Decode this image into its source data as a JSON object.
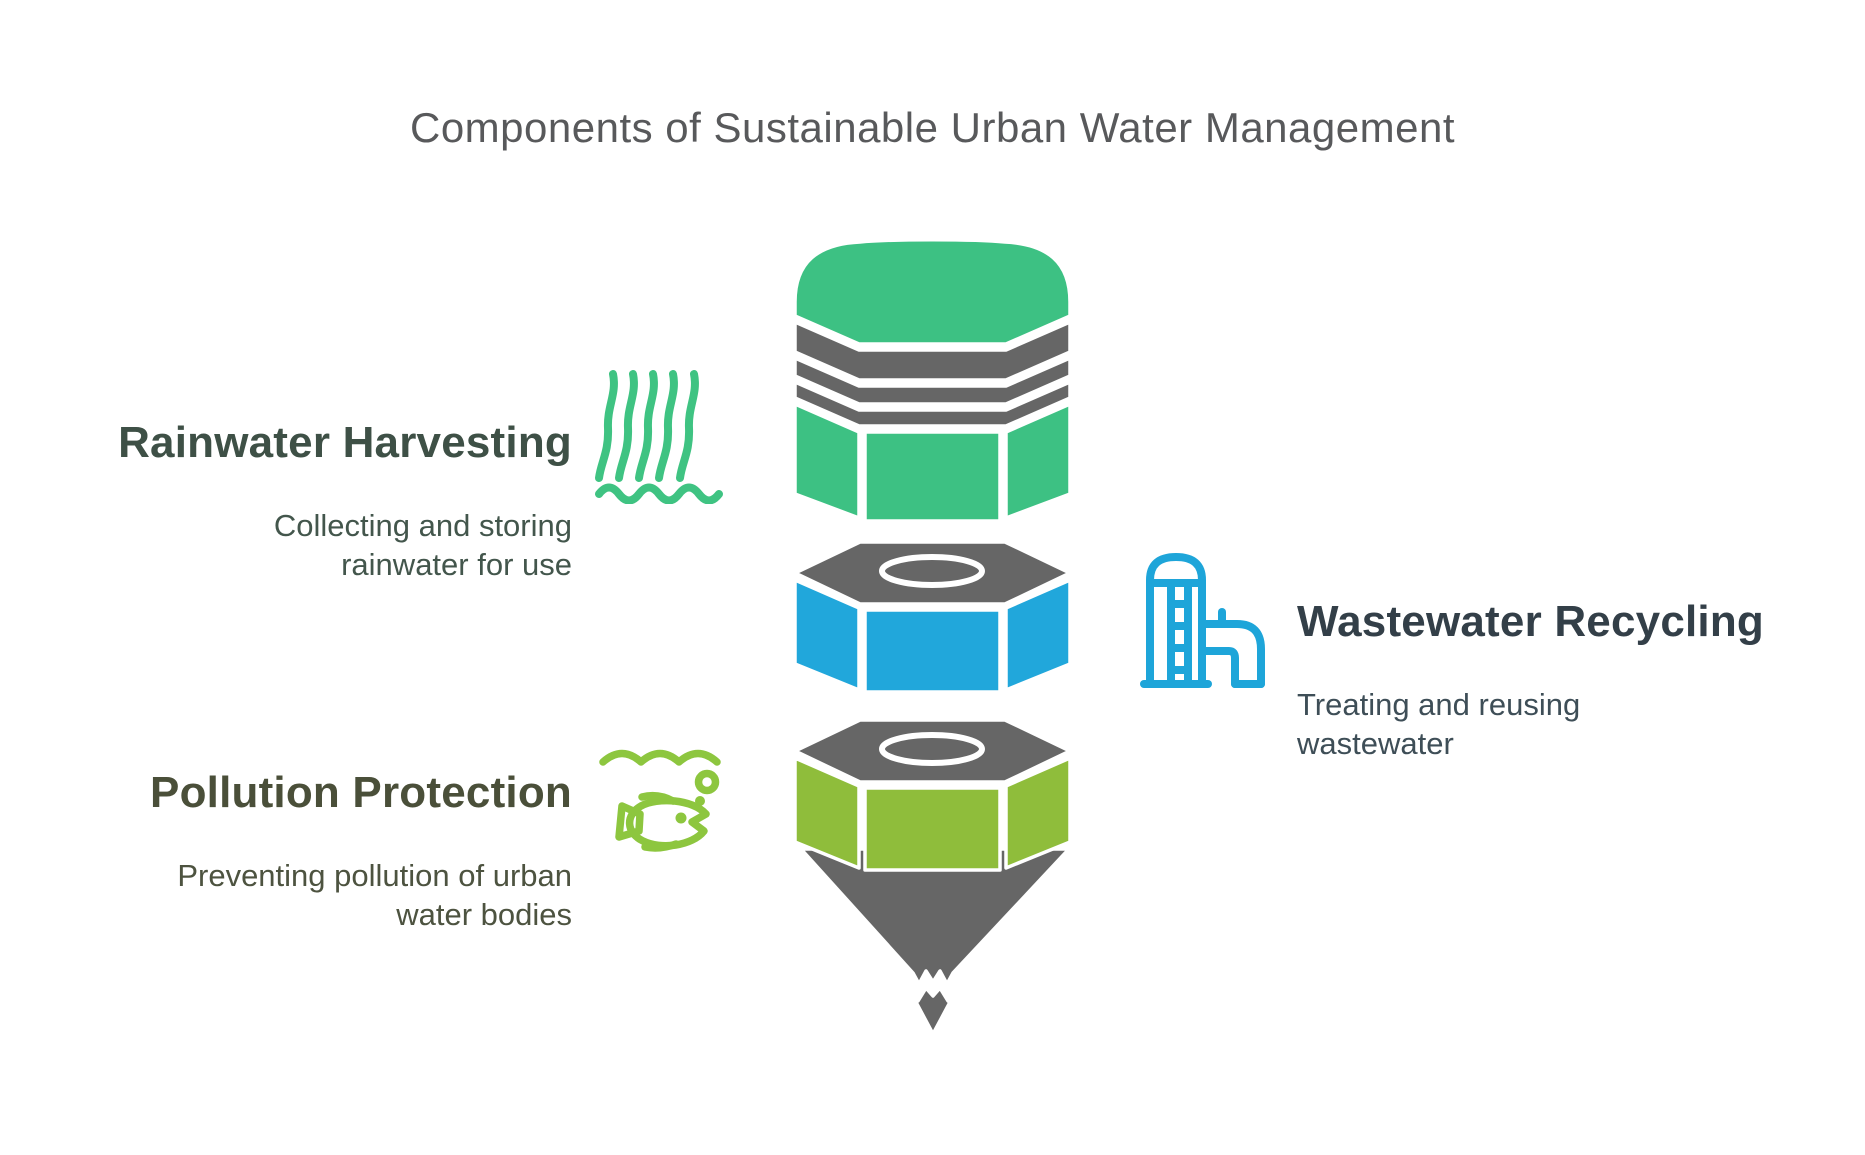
{
  "title": "Components of Sustainable Urban Water Management",
  "colors": {
    "title_text": "#58595b",
    "gray": "#666666",
    "white_gap": "#ffffff",
    "green": "#3dc183",
    "blue": "#21a7db",
    "lime": "#8fbd3b"
  },
  "items": [
    {
      "heading": "Rainwater Harvesting",
      "heading_color": "#3e5046",
      "description_lines": [
        "Collecting and storing",
        "rainwater for use"
      ],
      "icon": "waterfall-icon",
      "icon_color": "#3fc382"
    },
    {
      "heading": "Wastewater Recycling",
      "heading_color": "#333f48",
      "description_lines": [
        "Treating and reusing",
        "wastewater"
      ],
      "icon": "water-tank-icon",
      "icon_color": "#1ea5d9"
    },
    {
      "heading": "Pollution Protection",
      "heading_color": "#4a4f39",
      "description_lines": [
        "Preventing pollution of urban",
        "water bodies"
      ],
      "icon": "fish-icon",
      "icon_color": "#8dc63f"
    }
  ],
  "funnel": {
    "segments": [
      {
        "name": "top-drum",
        "color": "#3dc183",
        "stripe_color": "#666666",
        "stripes": 3
      },
      {
        "name": "middle-nut",
        "color": "#21a7db",
        "top_color": "#666666"
      },
      {
        "name": "bottom-nut",
        "color": "#8fbd3b",
        "top_color": "#666666"
      },
      {
        "name": "spout-cone",
        "color": "#666666"
      }
    ]
  }
}
